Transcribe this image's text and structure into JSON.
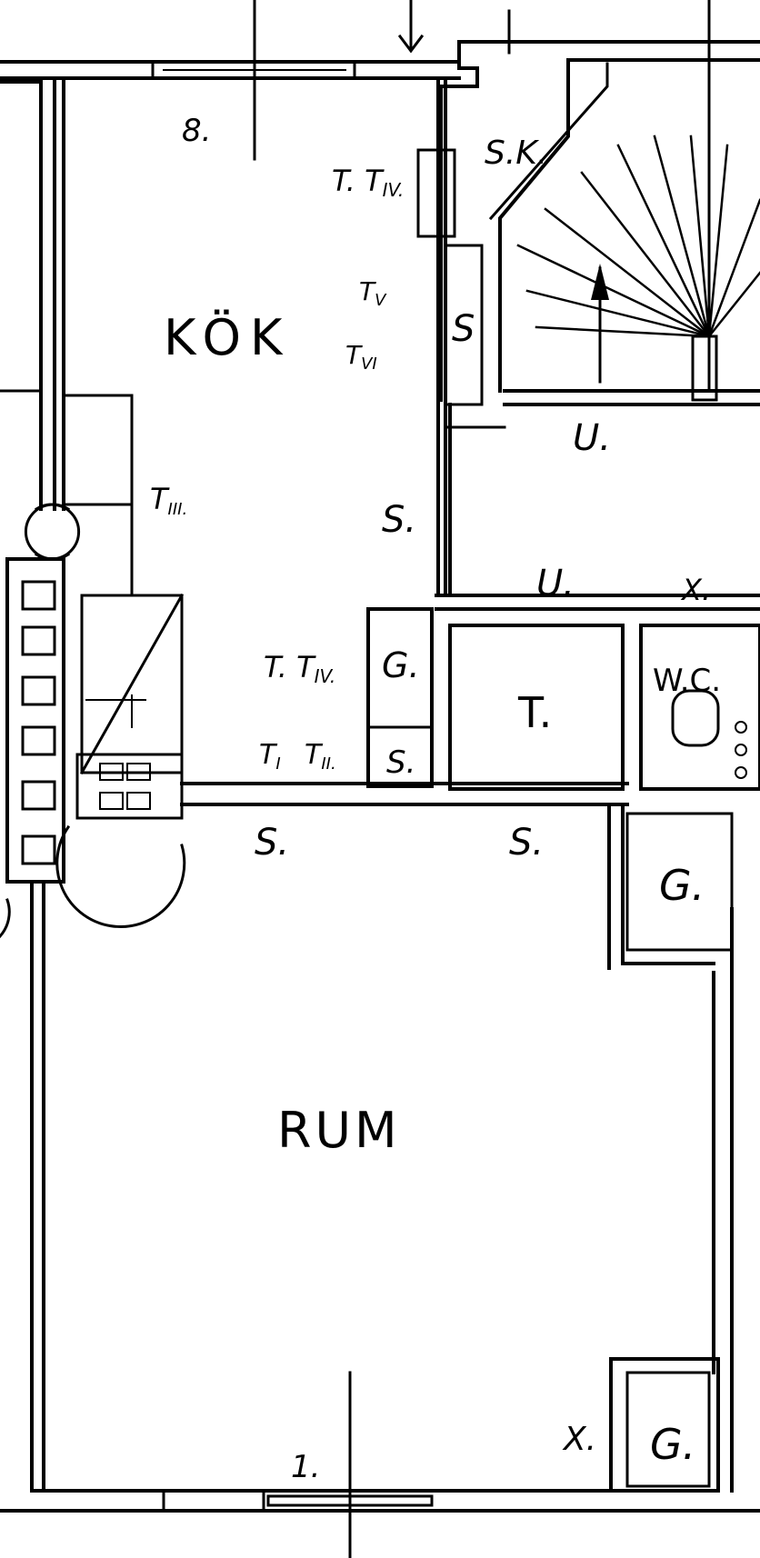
{
  "plan": {
    "rooms": {
      "kitchen": "KÖK",
      "living": "RUM",
      "wc": "W.C.",
      "toilet_room": "T."
    },
    "marks": {
      "b": "8.",
      "a": "1.",
      "sk": "S.K.",
      "s_cabinet": "S",
      "u1": "U.",
      "u2": "U.",
      "xv": "X.",
      "x_low": "X.",
      "s_wall": "S.",
      "s_low1": "S.",
      "s_low2": "S.",
      "g1": "G.",
      "g2": "G.",
      "g3": "G.",
      "s_small": "S.",
      "tt_iv_top": "T. T",
      "tt_iv_top_sub": "IV.",
      "t_v": "T",
      "t_v_sub": "V",
      "t_vi": "T",
      "t_vi_sub": "VI",
      "t_iii": "T",
      "t_iii_sub": "III.",
      "tt_iv_mid": "T. T",
      "tt_iv_mid_sub": "IV.",
      "t_pair": "T",
      "t_pair_sub": "I",
      "t_pair2": "T",
      "t_pair2_sub": "II."
    },
    "colors": {
      "ink": "#000000",
      "paper": "#ffffff"
    }
  }
}
